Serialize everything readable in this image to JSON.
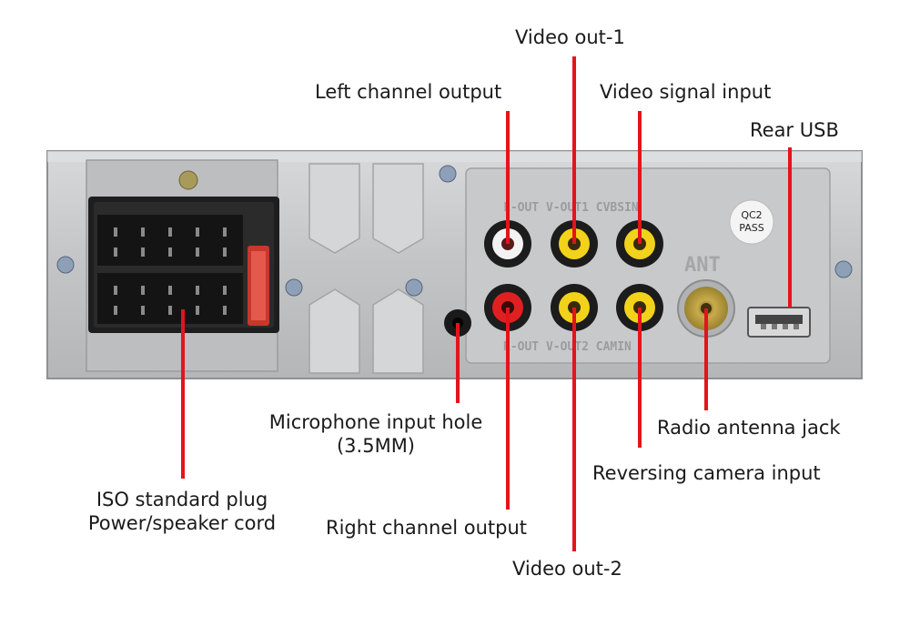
{
  "labels": {
    "video_out_1": "Video out-1",
    "left_channel_output": "Left channel output",
    "video_signal_input": "Video signal input",
    "rear_usb": "Rear USB",
    "microphone_input_hole": "Microphone input hole",
    "microphone_size": "(3.5MM)",
    "radio_antenna_jack": "Radio antenna jack",
    "reversing_camera_input": "Reversing camera input",
    "iso_standard_plug": "ISO standard plug",
    "power_speaker_cord": "Power/speaker cord",
    "right_channel_output": "Right channel output",
    "video_out_2": "Video out-2"
  },
  "panel": {
    "top_row_text": "L-OUT V-OUT1 CVBSIN",
    "bottom_row_text": "R-OUT V-OUT2 CAMIN",
    "ant_text": "ANT",
    "badge_line1": "QC2",
    "badge_line2": "PASS"
  },
  "colors": {
    "leader_line": "#e3141c",
    "panel": "#c4c6c8",
    "rca_white": "#f2f2f2",
    "rca_red": "#e02020",
    "rca_yellow": "#f2d21a",
    "antenna_gold": "#b89a3c"
  }
}
